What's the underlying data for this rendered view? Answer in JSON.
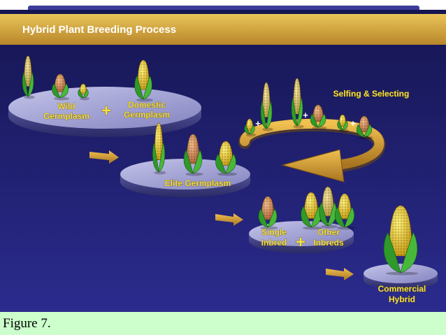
{
  "header": {
    "title": "Hybrid Plant Breeding Process"
  },
  "labels": {
    "wild_line1": "Wild",
    "wild_line2": "Germplasm",
    "domestic_line1": "Domestic",
    "domestic_line2": "Germplasm",
    "selfing": "Selfing & Selecting",
    "elite": "Elite Germplasm",
    "single_line1": "Single",
    "single_line2": "Inbred",
    "other_line1": "Other",
    "other_line2": "Inbreds",
    "commercial_line1": "Commercial",
    "commercial_line2": "Hybrid",
    "plus": "+"
  },
  "caption": {
    "prefix": "Figure ",
    "number": "7",
    "suffix": "."
  },
  "colors": {
    "background_top": "#18185a",
    "background_bottom": "#2a2a8c",
    "title_band": "#d4a93a",
    "disk_top": "#a9a9d8",
    "label_yellow": "#f6e042",
    "arrow": "#d6a232",
    "caption_bg": "#ccffcc"
  }
}
